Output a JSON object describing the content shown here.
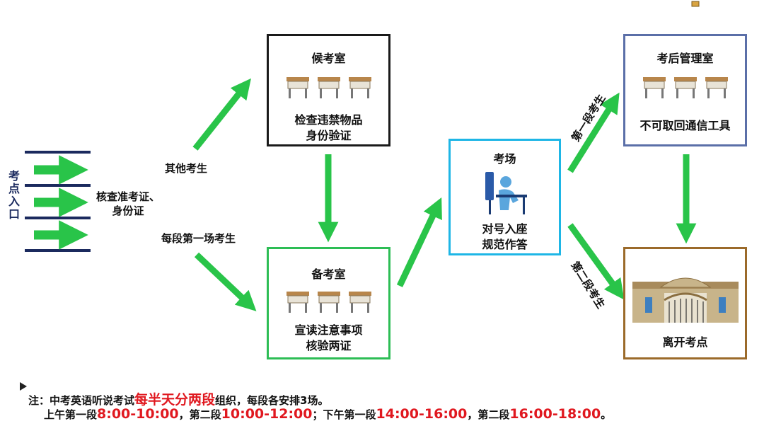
{
  "entrance": {
    "label": "考点入口",
    "check_text": "核查准考证、身份证"
  },
  "paths": {
    "other": "其他考生",
    "first_session": "每段第一场考生",
    "first_period": "第一段考生",
    "second_period": "第二段考生"
  },
  "rooms": {
    "waiting": {
      "title": "候考室",
      "lines": [
        "检查违禁物品",
        "身份验证"
      ]
    },
    "prep": {
      "title": "备考室",
      "lines": [
        "宣读注意事项",
        "核验两证"
      ]
    },
    "exam": {
      "title": "考场",
      "lines": [
        "对号入座",
        "规范作答"
      ]
    },
    "post": {
      "title": "考后管理室",
      "lines": [
        "不可取回通信工具"
      ]
    },
    "exit": {
      "title": "离开考点"
    }
  },
  "note": {
    "prefix": "注：中考英语听说考试",
    "highlight": "每半天分两段",
    "suffix": "组织，每段各安排3场。",
    "line2": [
      {
        "text": "上午第一段",
        "red": false
      },
      {
        "text": "8:00-10:00",
        "red": true
      },
      {
        "text": "，第二段",
        "red": false
      },
      {
        "text": "10:00-12:00",
        "red": true
      },
      {
        "text": "；下午第一段",
        "red": false
      },
      {
        "text": "14:00-16:00",
        "red": true
      },
      {
        "text": "，第二段",
        "red": false
      },
      {
        "text": "16:00-18:00",
        "red": true
      },
      {
        "text": "。",
        "red": false
      }
    ]
  },
  "colors": {
    "arrow": "#29c449",
    "navy": "#1b2a5e",
    "waiting_border": "#1a1a1a",
    "prep_border": "#2dbd55",
    "exam_border": "#1eb6e6",
    "post_border": "#5b6fa8",
    "exit_border": "#9b6a2a",
    "highlight": "#e0181f"
  }
}
